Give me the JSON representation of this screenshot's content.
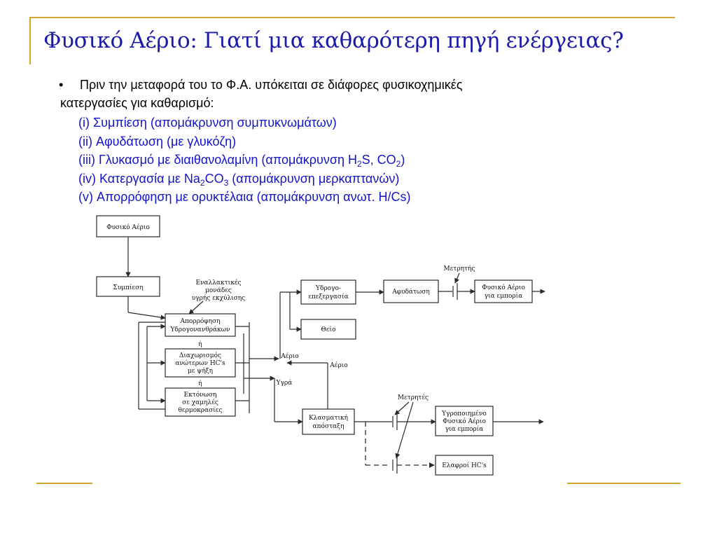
{
  "slide": {
    "title": "Φυσικό Αέριο: Γιατί μια καθαρότερη πηγή ενέργειας?",
    "bullet_symbol": "•",
    "bullet_line1": "Πριν την μεταφορά του το Φ.Α. υπόκειται σε διάφορες φυσικοχημικές",
    "bullet_line2": "κατεργασίες για καθαρισμό:",
    "list": {
      "i": "(i) Συμπίεση (απομάκρυνση συμπυκνωμάτων)",
      "ii": "(ii) Αφυδάτωση (με γλυκόζη)",
      "iii_a": "(iii) Γλυκασμό με διαιθανολαμίνη (απομάκρυνση H",
      "iii_sub1": "2",
      "iii_b": "S, CO",
      "iii_sub2": "2",
      "iii_c": ")",
      "iv_a": "(iv) Κατεργασία με Na",
      "iv_sub1": "2",
      "iv_b": "CO",
      "iv_sub2": "3",
      "iv_c": " (απομάκρυνση μερκαπτανών)",
      "v": "(v) Απορρόφηση με ορυκτέλαια (απομάκρυνση ανωτ. H/Cs)"
    }
  },
  "colors": {
    "title": "#1c1ca8",
    "list_text": "#1414c8",
    "bullet_text": "#000000",
    "accent_line": "#d4a52c"
  },
  "diagram": {
    "natural_gas": "Φυσικό Αέριο",
    "compression": "Συμπίεση",
    "alternatives": [
      "Εναλλακτικές",
      "μονάδες",
      "υγρής εκχύλισης"
    ],
    "absorption": [
      "Απορρόφηση",
      "Υδρογονανθράκων"
    ],
    "or_1": "ή",
    "separation": [
      "Διαχωρισμός",
      "ανώτερων HC's",
      "με ψήξη"
    ],
    "or_2": "ή",
    "expansion": [
      "Εκτόνωση",
      "σε χαμηλές",
      "θερμοκρασίες"
    ],
    "hydrotreating": [
      "Υδρογο-",
      "επεξεργασία"
    ],
    "sulfur": "Θείο",
    "dehydration": "Αφυδάτωση",
    "meter": "Μετρητής",
    "gas_trade": [
      "Φυσικό Αέριο",
      "για εμπορία"
    ],
    "gas_label_1": "Αέριο",
    "gas_label_2": "Αέριο",
    "liquids_label": "Υγρά",
    "fractional": [
      "Κλασματική",
      "απόσταξη"
    ],
    "meters": "Μετρητές",
    "lpg": [
      "Υγροποιημένο",
      "Φυσικό Αέριο",
      "για εμπορία"
    ],
    "light_hc": "Ελαφροί HC's"
  }
}
